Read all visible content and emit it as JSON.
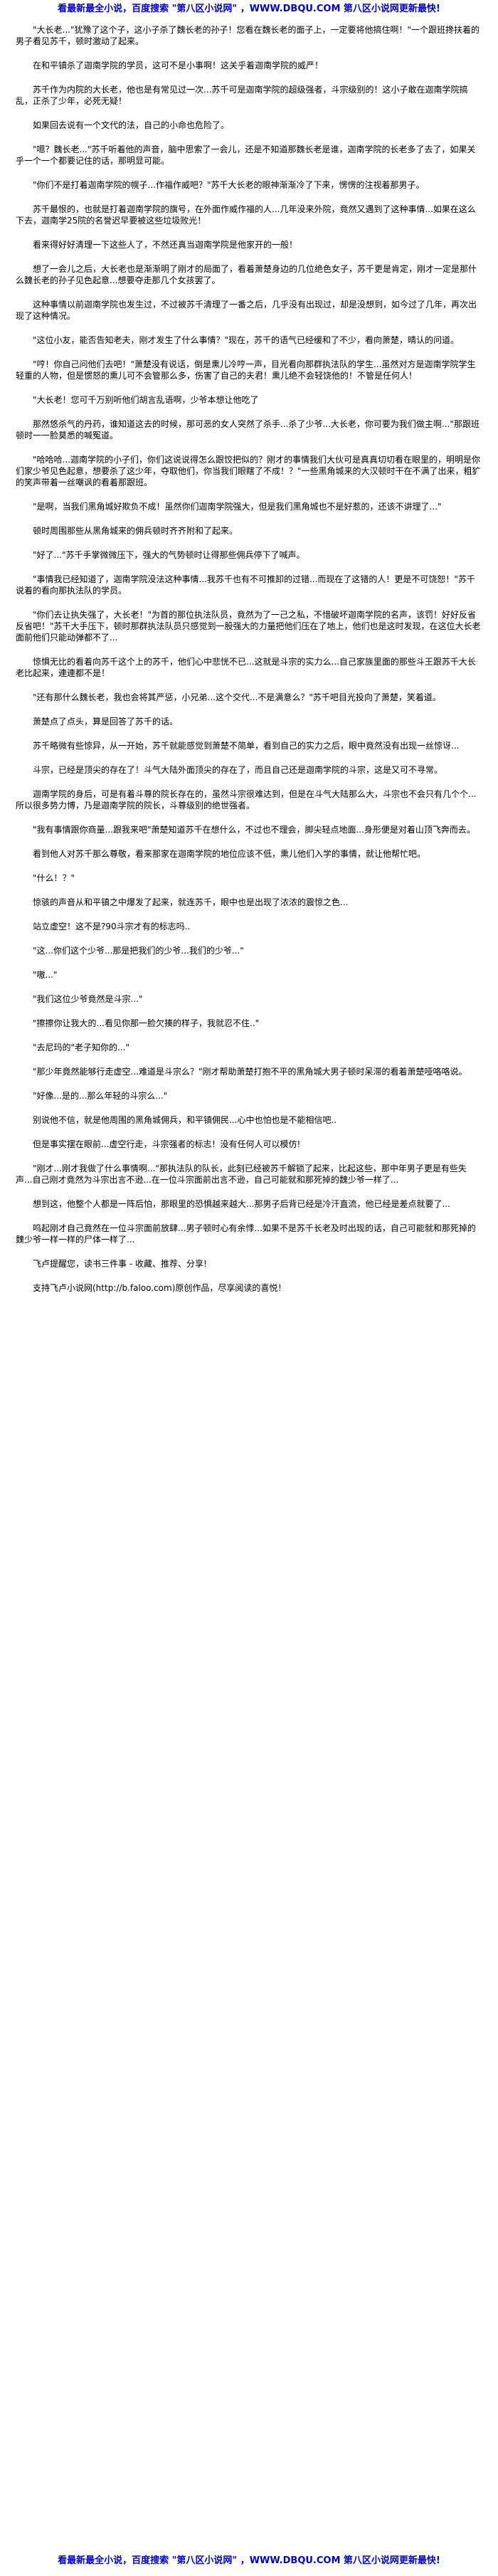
{
  "banner": {
    "top": "看最新最全小说，百度搜索 \"第八区小说网\" ，WWW.DBQU.COM 第八区小说网更新最快!",
    "bottom": "看最新最全小说，百度搜索 \"第八区小说网\" ，WWW.DBQU.COM 第八区小说网更新最快!"
  },
  "paragraphs": [
    "\"大长老...\"犹豫了这个子，这小子杀了魏长老的孙子！您看在魏长老的面子上，一定要将他搞住啊！\"一个跟班搀扶着的男子看见苏千，顿时激动了起来。",
    "在和平镇杀了迦南学院的学员，这可不是小事啊！这关乎着迦南学院的威严！",
    "苏千作为内院的大长老，他也是有常见过一次...苏千可是迦南学院的超级强者，斗宗级别的！这小子敢在迦南学院搞乱，正杀了少年，必死无疑！",
    "如果回去说有一个文代的法，自己的小命也危险了。",
    "\"嗯？魏长老...\"苏千听着他的声音，脑中思索了一会儿，还是不知道那魏长老是谁，迦南学院的长老多了去了，如果关乎一个一个都要记住的话，那明显可能。",
    "\"你们不是打着迦南学院的幌子...作福作威吧？\"苏千大长老的眼神渐渐冷了下来，愣愣的注视着那男子。",
    "苏千最恨的，也就是打着迦南学院的旗号，在外面作威作福的人...几年没来外院，竟然又遇到了这种事情...如果在这么下去，迦南学25院的名誉迟早要被这些垃圾败光！",
    "看来得好好清理一下这些人了，不然还真当迦南学院是他家开的一般！",
    "想了一会儿之后，大长老也是渐渐明了刚才的局面了，看着萧楚身边的几位绝色女子，苏千更是肯定，刚才一定是那什么魏长老的孙子见色起意...想要夺走那几个女孩罢了。",
    "这种事情以前迦南学院也发生过，不过被苏千清理了一番之后，几乎没有出现过，却是没想到，如今过了几年，再次出现了这种情况。",
    "\"这位小友，能否告知老夫，刚才发生了什么事情？\"现在，苏千的语气已经缓和了不少，看向萧楚，晴认的问道。",
    "\"哼！你自己问他们去吧！\"萧楚没有说话，倒是熏儿冷哼一声，目光看向那群执法队的学生...虽然对方是迦南学院学生轻重的人物，但是惯怒的熏儿可不会管那么多，伤害了自己的夫君！熏儿绝不会轻饶他的！不管是任何人！",
    "\"大长老！您可千万别听他们胡言乱语啊，少爷本想让他吃了",
    "那然悠杀气的丹药，谁知道这去的时候，那可恶的女人突然了杀手...杀了少爷...大长老，你可要为我们做主啊...\"那跟班顿时一一脸莫悉的喊冤道。",
    "\"哈哈哈...迦南学院的小子们，你们这说说得怎么跟饺把似的？刚才的事情我们大伙可是真真切切看在眼里的，明明是你们家少爷见色起意，想要杀了这少年，夺取他们，你当我们眼瞎了不成！？\"一些黑角城来的大汉顿时干在不满了出来，粗犷的笑声带着一丝嘲讽的看着那跟班。",
    "\"是啊，当我们黑角城好欺负不成！虽然你们迦南学院强大，但是我们黑角城也不是好惹的，还该不讲理了...\"",
    "顿时周围那些从黑角城来的佣兵顿时齐齐附和了起来。",
    "\"好了...\"苏千手掌微微压下，强大的气势顿时让得那些佣兵停下了喊声。",
    "\"事情我已经知道了，迦南学院没法这种事情...我苏千也有不可推卸的过错...而现在了这错的人！更是不可饶恕！\"苏千说着的看向那执法队的学员。",
    "\"你们去让执失强了，大长老！\"为首的那位执法队员，竟然为了一己之私，不惜破坏迦南学院的名声，该罚！好好反省反省吧！\"苏千大手压下，顿时那群执法队员只感觉到一股强大的力量把他们压在了地上，他们也是这时发现，在这位大长老面前他们只能动弹都不了...",
    "惊惧无比的看着向苏千这个上的苏千，他们心中悲恍不已...这就是斗宗的实力么...自己家族里面的那些斗王跟苏千大长老比起来，連連都不是！",
    "\"还有那什么魏长老，我也会将其严惩，小兄弟...这个交代...不是满意么？\"苏千吧目光投向了萧楚，笑着道。",
    "萧楚点了点头，算是回答了苏千的话。",
    "苏千略微有些惊异，从一开始，苏千就能感觉到萧楚不简单，看到自己的实力之后，眼中竟然没有出现一丝惊讶...",
    "斗宗，已经是顶尖的存在了！斗气大陆外面顶尖的存在了，而且自己还是迦南学院的斗宗，这是又可不寻常。",
    "迦南学院的身后，可是有着斗尊的院长存在的，虽然斗宗很难达到，但是在斗气大陆那么大，斗宗也不会只有几个个...所以很多势力博，乃是迦南学院的院长，斗尊级别的绝世强者。",
    "\"我有事情跟你商量...跟我来吧\"萧楚知道苏千在想什么，不过也不理会，脚尖轻点地面...身形便是对着山顶飞奔而去。",
    "看到他人对苏千那么尊敬，看来那家在迦南学院的地位应该不低，熏儿他们入学的事情，就让他帮忙吧。",
    "\"什么！？\"",
    "惊骇的声音从和平镇之中爆发了起来，就连苏千，眼中也是出现了浓浓的震惊之色...",
    "站立虚空！这不是?90斗宗才有的标志吗..",
    "\"这...你们这个少爷...那是把我们的少爷...我们的少爷...\"",
    "\"嗷...\"",
    "\"我们这位少爷竟然是斗宗...\"",
    "\"擦擦你让我大的...看见你那一脸欠揍的样子，我就忍不住..\"",
    "\"去尼玛的\"老子知你的...\"",
    "\"那少年竟然能够行走虚空...难道是斗宗么？\"刚才帮助萧楚打抱不平的黑角城大男子顿时呆滞的看着萧楚哑咯咯说。",
    "\"好像...是的...那么年轻的斗宗么...\"",
    "别说他不信，就是他周围的黑角城佣兵，和平镇佣民...心中也怕也是不能相信吧..",
    "但是事实摆在眼前...虚空行走，斗宗强者的标志！没有任何人可以模仿!",
    "\"刚才...刚才我做了什么事情啊...\"那执法队的队长，此刻已经被苏千解锁了起来，比起这些，那中年男子更是有些失声...自己刚才竟然为斗宗出言不逊...在一位斗宗面前出言不逊，自己可能就和那死掉的魏少爷一样了...",
    "想到这，他整个人都是一阵后怕，那眼里的恐惧越来越大...那男子后背已经是冷汗直流，他已经是差点就要了...",
    "呜起刚才自己竟然在一位斗宗面前放肆...男子顿时心有余悸...如果不是苏千长老及时出现的话，自己可能就和那死掉的魏少爷一样一样的尸体一样了...",
    "飞卢提醒您，读书三件事 - 收藏、推荐、分享!",
    "支持飞卢小说网(http://b.faloo.com)原创作品，尽享阅读的喜悦！"
  ]
}
